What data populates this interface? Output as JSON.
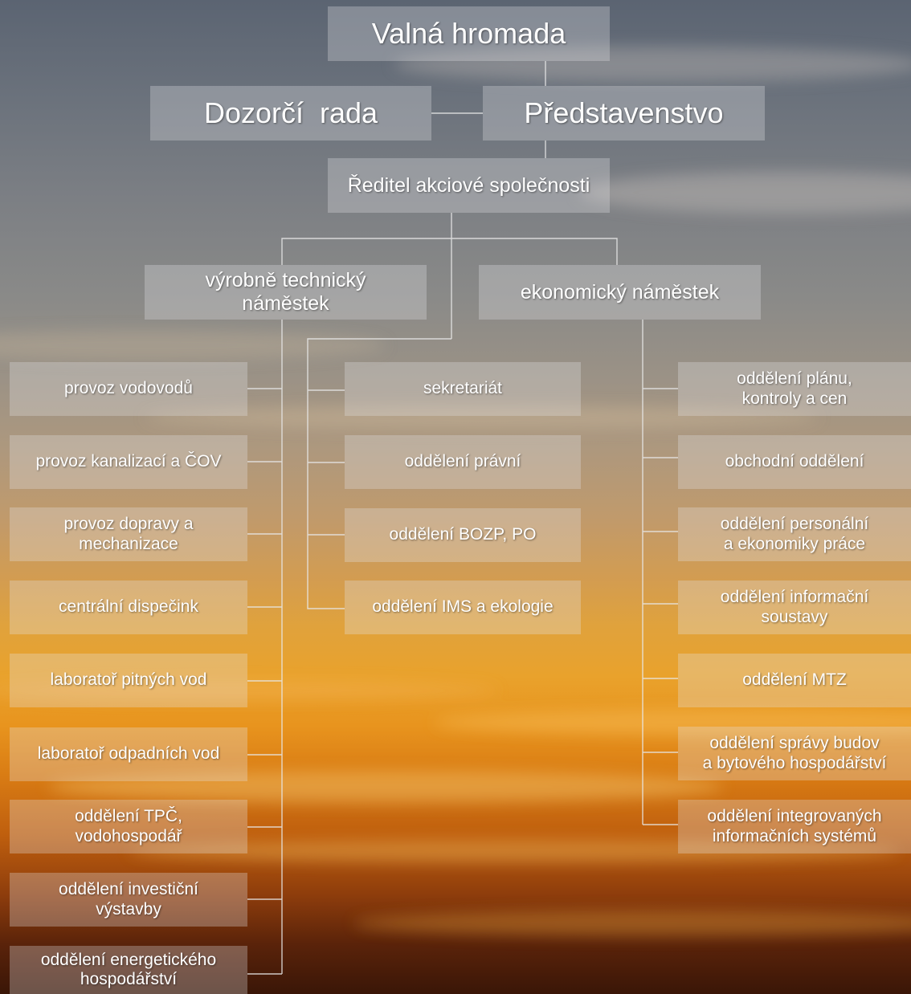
{
  "top": {
    "general_meeting": "Valná hromada",
    "supervisory_board": "Dozorčí  rada",
    "board_of_directors": "Představenstvo",
    "director": "Ředitel akciové společnosti"
  },
  "deputies": {
    "technical": "výrobně technický\nnáměstek",
    "economic": "ekonomický náměstek"
  },
  "technical_units": [
    "provoz vodovodů",
    "provoz kanalizací a ČOV",
    "provoz dopravy a\nmechanizace",
    "centrální dispečink",
    "laboratoř pitných vod",
    "laboratoř odpadních vod",
    "oddělení TPČ,\nvodohospodář",
    "oddělení investiční\nvýstavby",
    "oddělení energetického\nhospodářství"
  ],
  "director_units": [
    "sekretariát",
    "oddělení právní",
    "oddělení BOZP, PO",
    "oddělení IMS a ekologie"
  ],
  "economic_units": [
    "oddělení plánu,\nkontroly a cen",
    "obchodní oddělení",
    "oddělení personální\na ekonomiky práce",
    "oddělení informační\nsoustavy",
    "oddělení MTZ",
    "oddělení správy budov\na bytového hospodářství",
    "oddělení integrovaných\ninformačních systémů"
  ],
  "colors": {
    "box_fill": "rgba(230,230,232,0.30)",
    "text": "#ffffff",
    "connector": "#e8e8e8"
  }
}
